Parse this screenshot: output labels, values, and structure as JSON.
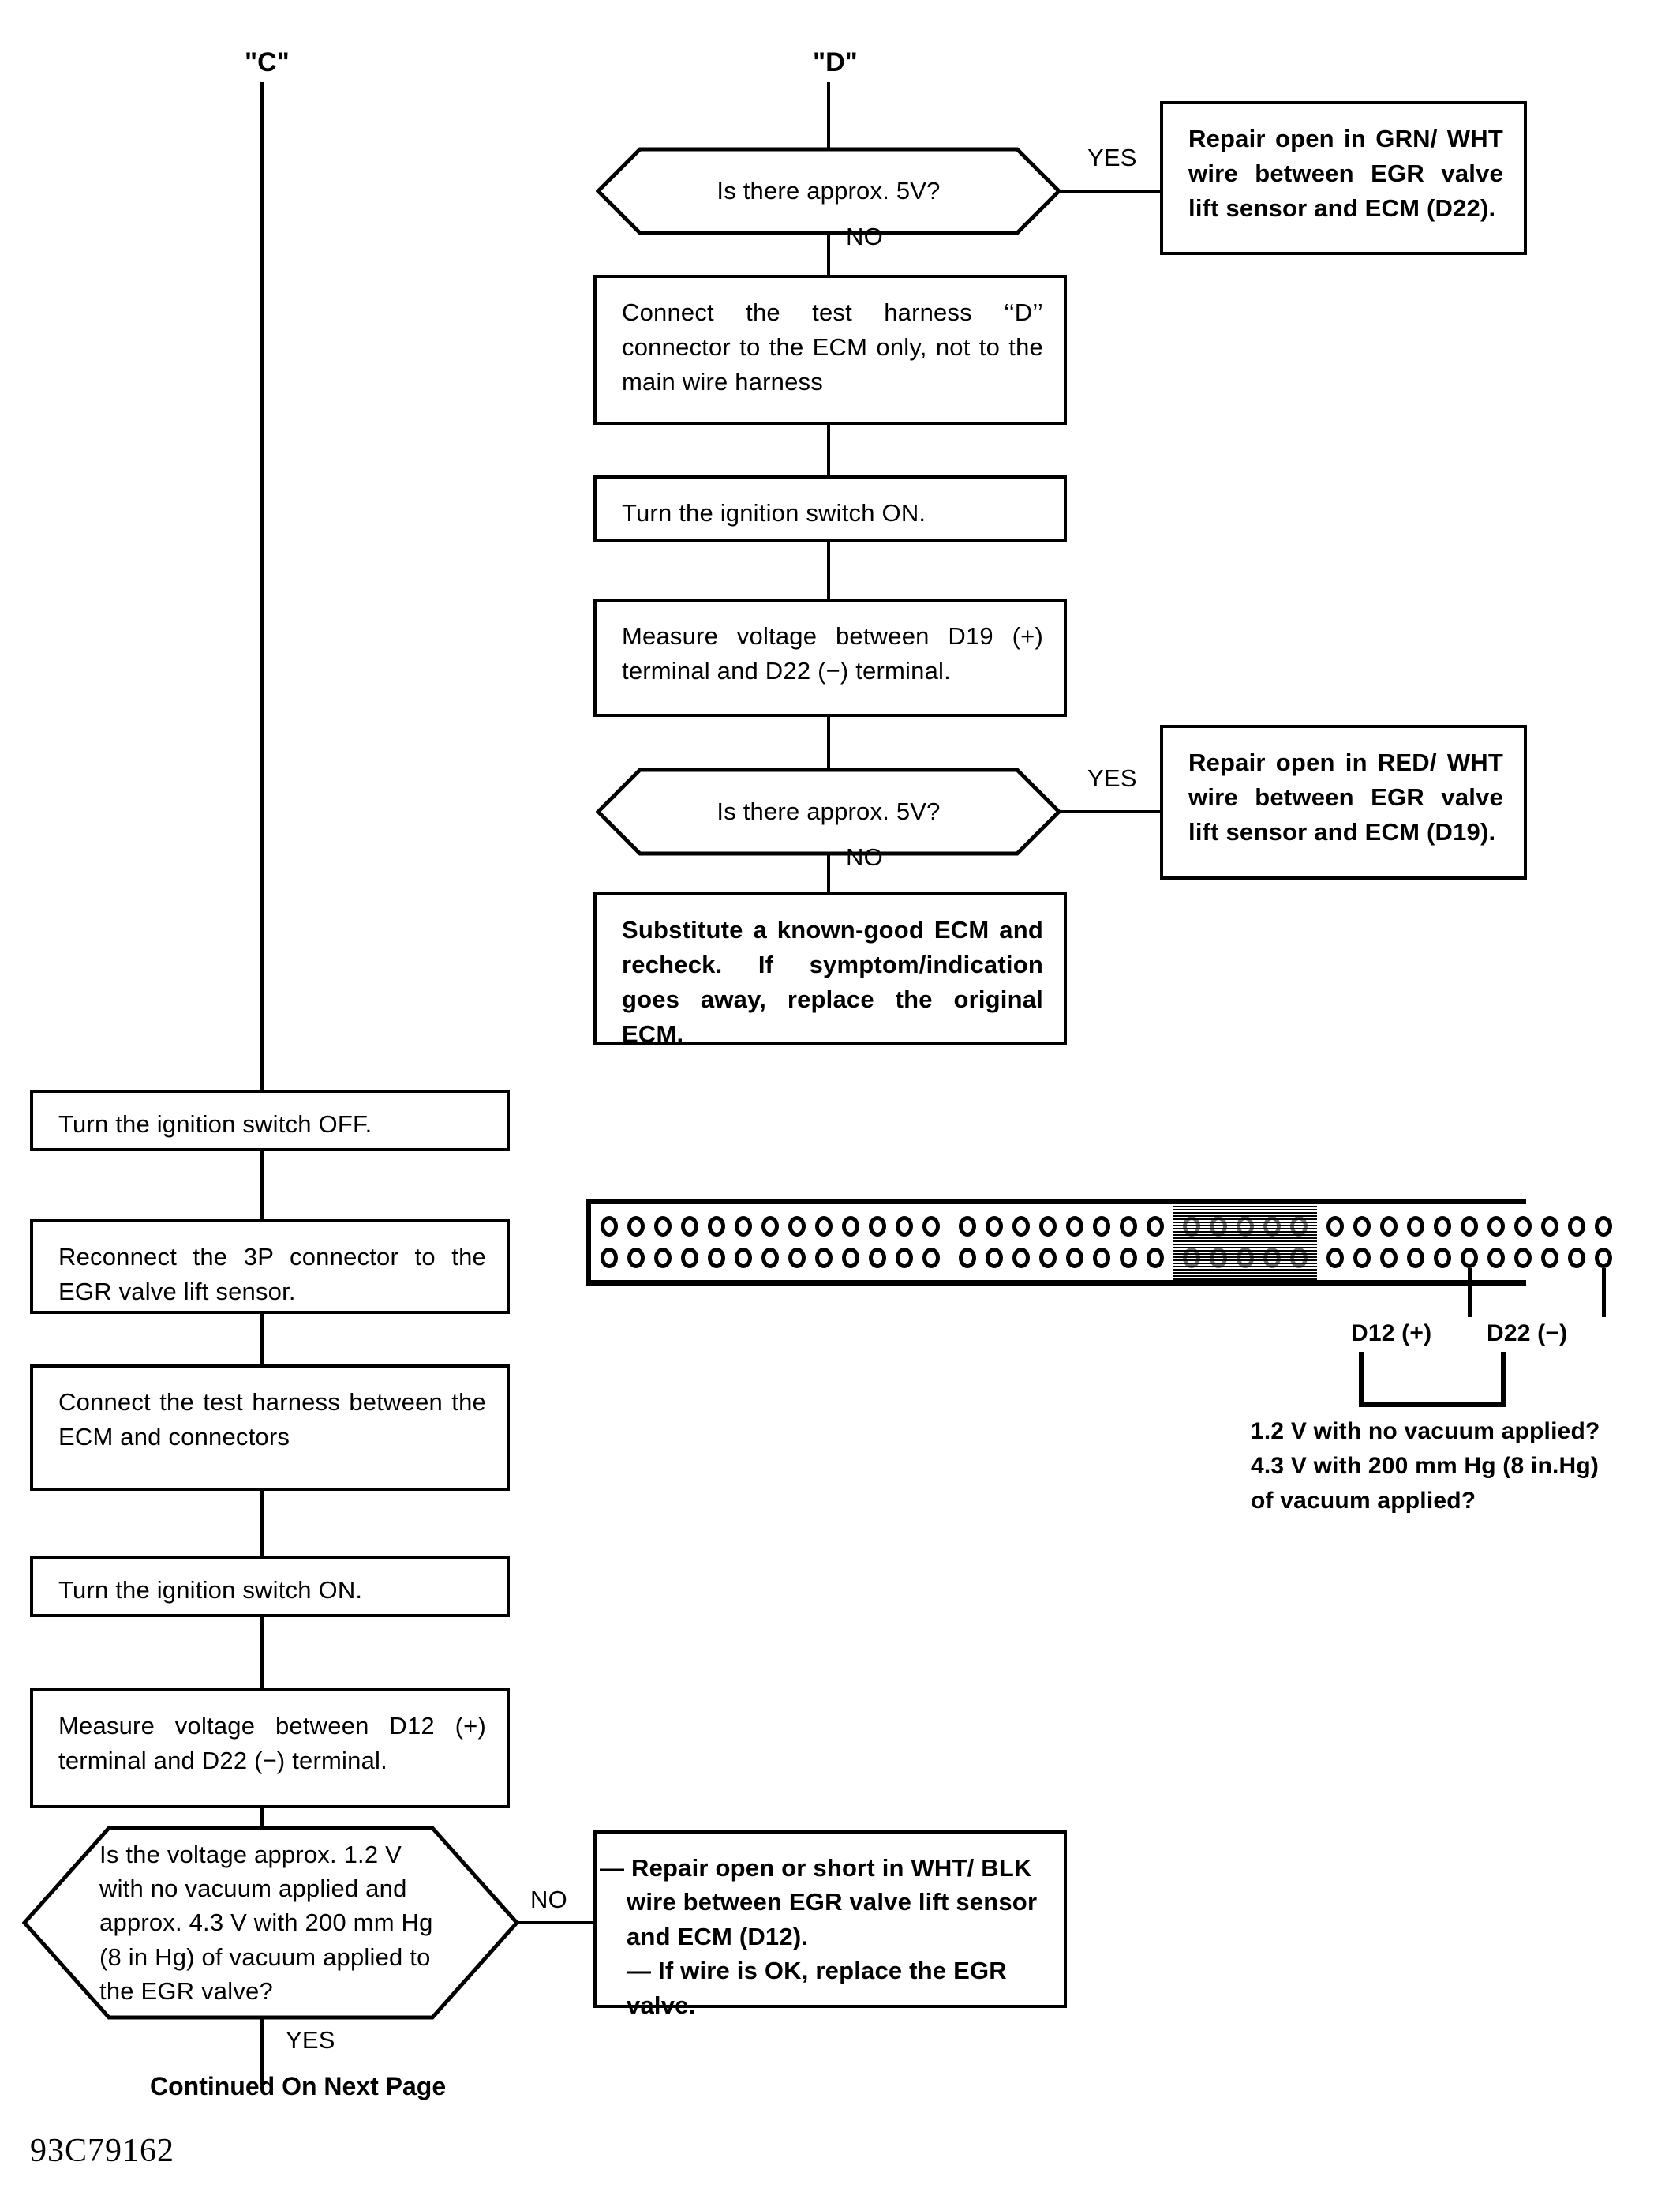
{
  "page": {
    "code": "93C79162",
    "continued": "Continued On Next Page",
    "marker_c": "\"C\"",
    "marker_d": "\"D\""
  },
  "labels": {
    "yes": "YES",
    "no": "NO"
  },
  "right_branch": {
    "decision_1": "Is there approx. 5V?",
    "yes_box_1": "Repair open in GRN/ WHT wire between EGR valve lift sensor and ECM (D22).",
    "step_connect_harness_d": "Connect the test harness ‘‘D’’ connector to the ECM only, not to the main wire harness",
    "step_ignition_on": "Turn the ignition switch ON.",
    "step_measure_d19": "Measure voltage between D19 (+) terminal and D22 (−) terminal.",
    "decision_2": "Is there approx. 5V?",
    "yes_box_2": "Repair open in RED/ WHT wire between EGR valve lift sensor and ECM (D19).",
    "step_substitute_ecm": "Substitute a known-good ECM and recheck. If symptom/indication goes away, replace the original ECM."
  },
  "left_branch": {
    "step_ignition_off": "Turn the ignition switch OFF.",
    "step_reconnect_3p": "Reconnect the 3P connector to the EGR valve lift sensor.",
    "step_connect_harness": "Connect the test harness between the ECM and connectors",
    "step_ignition_on": "Turn the ignition switch ON.",
    "step_measure_d12": "Measure voltage between D12 (+) terminal and D22 (−) terminal.",
    "decision_final": "Is the voltage approx. 1.2 V with no vacuum applied and approx. 4.3 V with 200 mm Hg (8 in Hg) of vacuum applied to the EGR valve?",
    "no_box": "—  Repair open or short in WHT/ BLK wire between EGR valve lift sensor and ECM (D12).\n—  If wire is OK, replace the EGR valve."
  },
  "connector_diagram": {
    "pin_label_positive": "D12 (+)",
    "pin_label_negative": "D22 (−)",
    "note_line_1": "1.2 V with no vacuum applied?",
    "note_line_2": "4.3 V with 200 mm Hg (8 in.Hg)",
    "note_line_3": "of vacuum applied?",
    "blocks": [
      {
        "name": "block-left",
        "columns": 13,
        "rows": 2,
        "shaded": false
      },
      {
        "name": "block-middle",
        "columns": 8,
        "rows": 2,
        "shaded": false
      },
      {
        "name": "block-shaded",
        "columns": 5,
        "rows": 2,
        "shaded": true
      },
      {
        "name": "block-right",
        "columns": 11,
        "rows": 2,
        "shaded": false
      }
    ],
    "pointer_positive_column": 6,
    "pointer_negative_column": 11
  },
  "colors": {
    "ink": "#000000",
    "paper": "#ffffff"
  }
}
